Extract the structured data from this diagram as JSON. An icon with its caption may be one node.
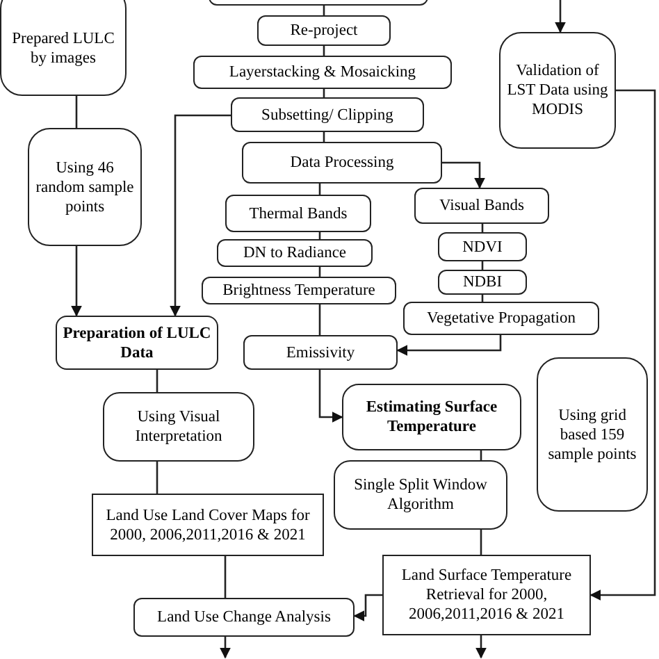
{
  "diagram": {
    "nodes": [
      {
        "text": [],
        "shape": "box"
      },
      {
        "text": [
          "Prepared LULC by images"
        ]
      },
      {
        "text": [
          "Re-project"
        ]
      },
      {
        "text": [
          "Layerstacking & Mosaicking"
        ]
      },
      {
        "text": [
          "Subsetting/ Clipping"
        ]
      },
      {
        "text": [
          "Data Processing"
        ]
      },
      {
        "text": [
          "Thermal Bands"
        ]
      },
      {
        "text": [
          "DN to Radiance"
        ]
      },
      {
        "text": [
          "Brightness Temperature"
        ]
      },
      {
        "text": [
          "Visual Bands"
        ]
      },
      {
        "text": [
          "NDVI"
        ]
      },
      {
        "text": [
          "NDBI"
        ]
      },
      {
        "text": [
          "Vegetative Propagation"
        ]
      },
      {
        "text": [
          "Validation of LST Data using MODIS"
        ]
      },
      {
        "text": [
          "Using 46 random sample points"
        ]
      },
      {
        "text": [
          "Preparation of LULC Data"
        ]
      },
      {
        "text": [
          "Emissivity"
        ]
      },
      {
        "text": [
          "Using Visual Interpretation"
        ]
      },
      {
        "text": [
          "Estimating Surface Temperature"
        ]
      },
      {
        "text": [
          "Using grid based 159 sample points"
        ]
      },
      {
        "text": [
          "Single Split Window Algorithm"
        ]
      },
      {
        "text": [
          "Land Use Land Cover Maps for 2000, 2006,2011,2016 & 2021"
        ]
      },
      {
        "text": [
          "Land Surface Temperature Retrieval for  2000, 2006,2011,2016 & 2021"
        ]
      },
      {
        "text": [
          "Land Use Change Analysis"
        ]
      }
    ],
    "edges": [
      {
        "from": 0,
        "to": 2,
        "arrow": "none"
      },
      {
        "from": 2,
        "to": 3,
        "arrow": "none"
      },
      {
        "from": 3,
        "to": 4,
        "arrow": "none"
      },
      {
        "from": 4,
        "to": 5,
        "arrow": "none"
      },
      {
        "from": 5,
        "to": 6,
        "arrow": "none"
      },
      {
        "from": 6,
        "to": 7,
        "arrow": "none"
      },
      {
        "from": 7,
        "to": 8,
        "arrow": "none"
      },
      {
        "from": 8,
        "to": 16,
        "arrow": "none"
      },
      {
        "from": 4,
        "to": 15,
        "arrow": "to"
      },
      {
        "from": 1,
        "to": 14,
        "arrow": "none"
      },
      {
        "from": 14,
        "to": 15,
        "arrow": "to"
      },
      {
        "from": 5,
        "to": 9,
        "arrow": "to"
      },
      {
        "from": 9,
        "to": 10,
        "arrow": "none"
      },
      {
        "from": 10,
        "to": 11,
        "arrow": "none"
      },
      {
        "from": 11,
        "to": 12,
        "arrow": "none"
      },
      {
        "from": 12,
        "to": 16,
        "arrow": "to"
      },
      {
        "from": 16,
        "to": 18,
        "arrow": "to"
      },
      {
        "from": 15,
        "to": 17,
        "arrow": "none"
      },
      {
        "from": 17,
        "to": 21,
        "arrow": "none"
      },
      {
        "from": 18,
        "to": 20,
        "arrow": "none"
      },
      {
        "from": 20,
        "to": 22,
        "arrow": "none"
      },
      {
        "from": 21,
        "to": 23,
        "arrow": "none"
      },
      {
        "from": 22,
        "to": 23,
        "arrow": "to"
      },
      {
        "from": 23,
        "to": null,
        "arrow": "to"
      },
      {
        "from": 22,
        "to": null,
        "arrow": "to"
      },
      {
        "from": null,
        "to": 13,
        "arrow": "to"
      },
      {
        "from": 13,
        "to": 22,
        "arrow": "to"
      }
    ]
  }
}
